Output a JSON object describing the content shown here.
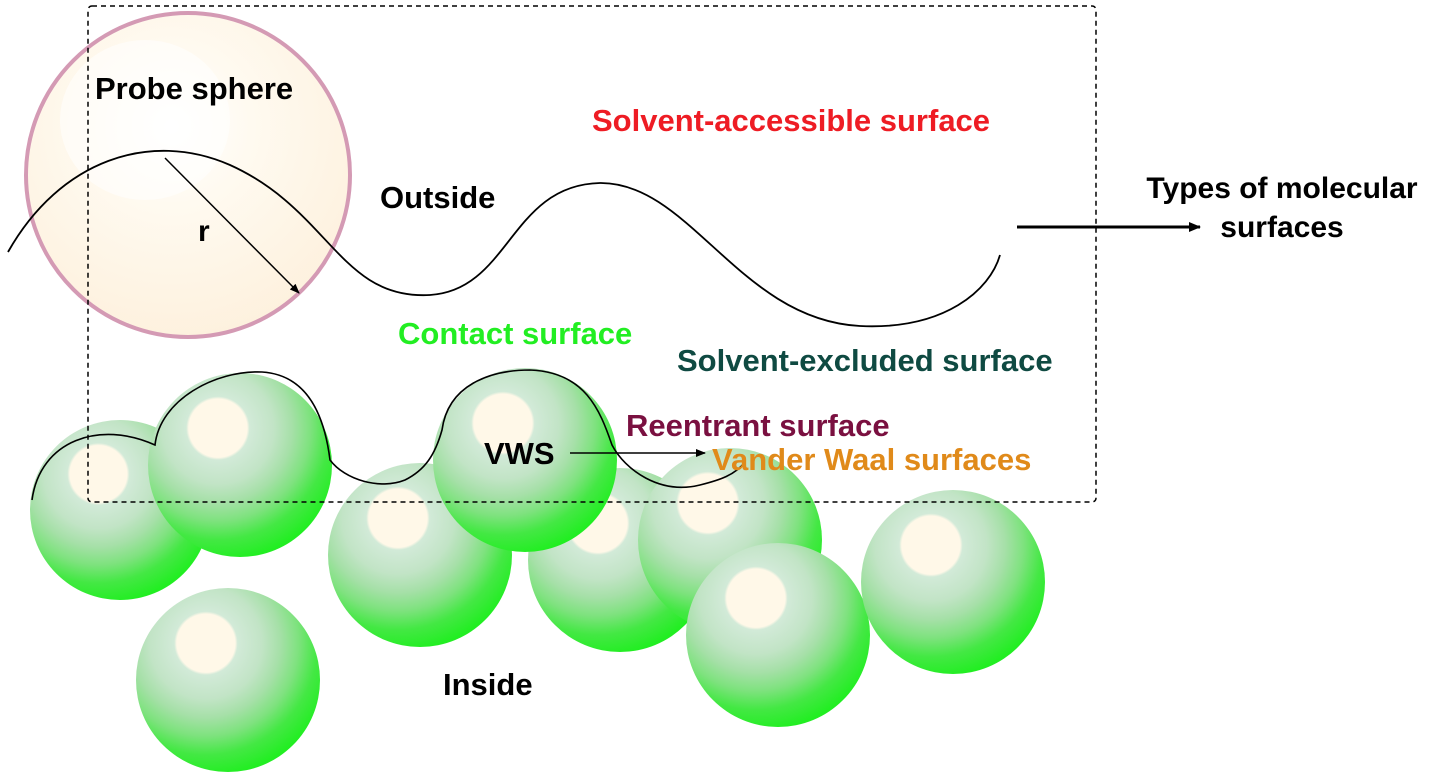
{
  "labels": {
    "probe_sphere": "Probe sphere",
    "radius": "r",
    "outside": "Outside",
    "solvent_accessible": "Solvent-accessible surface",
    "types": [
      "Types of molecular",
      "surfaces"
    ],
    "contact": "Contact surface",
    "solvent_excluded": "Solvent-excluded surface",
    "reentrant": "Reentrant surface",
    "vws": "VWS",
    "vander_waal": "Vander Waal surfaces",
    "inside": "Inside"
  },
  "colors": {
    "solvent_accessible": "#ee1c24",
    "contact": "#22ee22",
    "solvent_excluded": "#0f4a42",
    "reentrant": "#7a1040",
    "vander_waal": "#e08a1a",
    "probe_fill": "#fff8e6",
    "probe_edge": "#d49ab4",
    "atom_green": "#22ee22"
  },
  "icons": {
    "probe": "probe-sphere-circle",
    "atom": "green-atom-sphere",
    "arrow": "right-arrow-icon"
  }
}
